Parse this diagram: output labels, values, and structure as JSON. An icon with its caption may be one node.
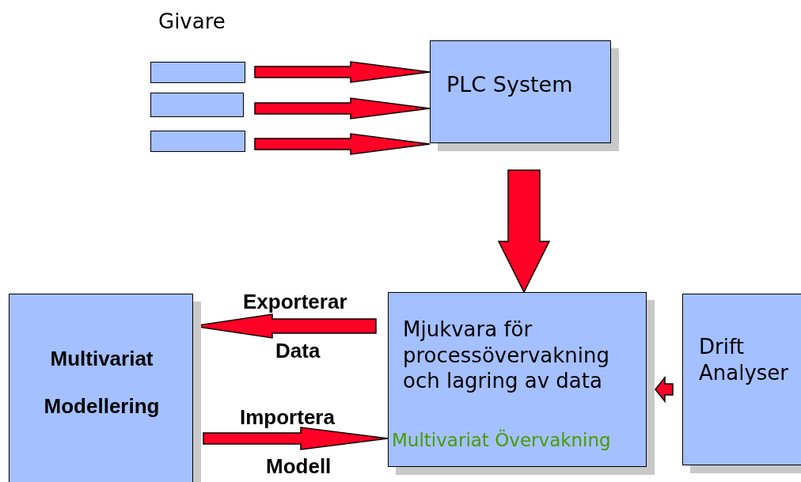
{
  "diagram": {
    "nodes": [
      {
        "text": [],
        "shape": "box"
      },
      {
        "text": [],
        "shape": "box"
      },
      {
        "text": [],
        "shape": "box"
      },
      {
        "text": [
          "PLC System"
        ]
      },
      {
        "text": [
          "Mjukvara för processövervakning och lagring av data",
          "Multivariat Övervakning"
        ]
      },
      {
        "text": [
          "Multivariat Modellering"
        ]
      },
      {
        "text": [
          "Drift Analyser"
        ]
      }
    ],
    "edges": [
      {
        "from": 0,
        "to": 3,
        "arrow": "to"
      },
      {
        "from": 1,
        "to": 3,
        "arrow": "to"
      },
      {
        "from": 2,
        "to": 3,
        "arrow": "to"
      },
      {
        "from": 3,
        "to": 4,
        "arrow": "to"
      },
      {
        "from": 4,
        "to": 5,
        "arrow": "to"
      },
      {
        "from": 5,
        "to": 4,
        "arrow": "to"
      },
      {
        "from": 6,
        "to": 4,
        "arrow": "to"
      }
    ],
    "labels": [
      "Givare",
      "Exporterar",
      "Data",
      "Importera",
      "Modell"
    ]
  }
}
